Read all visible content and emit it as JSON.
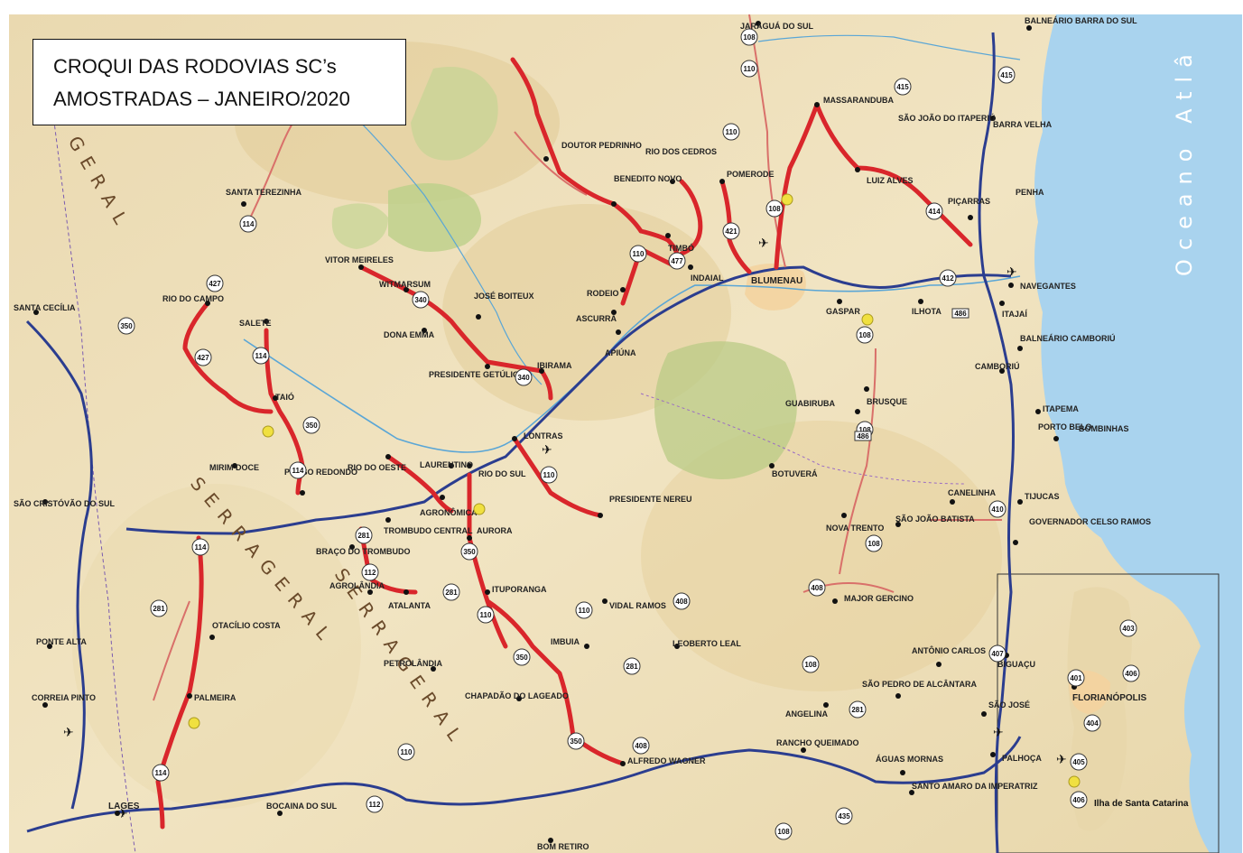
{
  "title": {
    "line1": "CROQUI DAS RODOVIAS SC’s",
    "line2": "AMOSTRADAS – JANEIRO/2020"
  },
  "ocean_label": "Oceano Atlâ",
  "region_labels": [
    "S E R R A   G E R A L",
    "S E R R A   G E R A L",
    "G E R A L"
  ],
  "island_label": "Ilha de Santa Catarina",
  "towns": {
    "blumenau": "BLUMENAU",
    "florianopolis": "FLORIANÓPOLIS",
    "lages": "LAGES",
    "massaranduba": "MASSARANDUBA",
    "luiz_alves": "LUIZ ALVES",
    "picarras": "PIÇARRAS",
    "penha": "PENHA",
    "navegantes": "NAVEGANTES",
    "itajai": "ITAJAÍ",
    "gaspar": "GASPAR",
    "ilhota": "ILHOTA",
    "indaial": "INDAIAL",
    "timbo": "TIMBÓ",
    "pomerode": "POMERODE",
    "rio_dos_cedros": "RIO DOS CEDROS",
    "benedito_novo": "BENEDITO NOVO",
    "doutor_pedrinho": "DOUTOR PEDRINHO",
    "rodeio": "RODEIO",
    "ascurra": "ASCURRA",
    "apiuna": "APIÚNA",
    "ibirama": "IBIRAMA",
    "jose_boiteux": "JOSÉ BOITEUX",
    "vitor_meireles": "VITOR MEIRELES",
    "witmarsum": "WITMARSUM",
    "dona_emma": "DONA EMMA",
    "presidente_getulio": "PRESIDENTE GETÚLIO",
    "rio_do_campo": "RIO DO CAMPO",
    "salete": "SALETE",
    "santa_terezinha": "SANTA TEREZINHA",
    "taio": "TAIÓ",
    "rio_do_oeste": "RIO DO OESTE",
    "laurentino": "LAURENTINO",
    "rio_do_sul": "RIO DO SUL",
    "lontras": "LONTRAS",
    "presidente_nereu": "PRESIDENTE NEREU",
    "agronomica": "AGRONÔMICA",
    "aurora": "AURORA",
    "trombudo_central": "TROMBUDO CENTRAL",
    "braco_do_trombudo": "BRAÇO DO TROMBUDO",
    "agrolandia": "AGROLÂNDIA",
    "atalanta": "ATALANTA",
    "ituporanga": "ITUPORANGA",
    "imbuia": "IMBUIA",
    "vidal_ramos": "VIDAL RAMOS",
    "petrolandia": "PETROLÂNDIA",
    "chapadao": "CHAPADÃO DO LAGEADO",
    "alfredo_wagner": "ALFREDO WAGNER",
    "otacilio_costa": "OTACÍLIO COSTA",
    "palmeira": "PALMEIRA",
    "pouso_redondo": "POUSO REDONDO",
    "mirim_doce": "MIRIM DOCE",
    "brusque": "BRUSQUE",
    "botuvera": "BOTUVERÁ",
    "guabiruba": "GUABIRUBA",
    "camboriu": "CAMBORIÚ",
    "balneario_camboriu": "BALNEÁRIO CAMBORIÚ",
    "itapema": "ITAPEMA",
    "porto_belo": "PORTO BELO",
    "bombinhas": "BOMBINHAS",
    "tijucas": "TIJUCAS",
    "canelinha": "CANELINHA",
    "sao_joao_batista": "SÃO JOÃO BATISTA",
    "nova_trento": "NOVA TRENTO",
    "major_gercino": "MAJOR GERCINO",
    "leoberto_leal": "LEOBERTO LEAL",
    "antonio_carlos": "ANTÔNIO CARLOS",
    "biguacu": "BIGUAÇU",
    "sao_jose": "SÃO JOSÉ",
    "palhoca": "PALHOÇA",
    "sao_pedro": "SÃO PEDRO DE ALCÂNTARA",
    "angelina": "ANGELINA",
    "rancho_queimado": "RANCHO QUEIMADO",
    "aguas_mornas": "ÁGUAS MORNAS",
    "santo_amaro": "SANTO AMARO DA IMPERATRIZ",
    "bocaina": "BOCAINA DO SUL",
    "bom_retiro": "BOM RETIRO",
    "governador": "GOVERNADOR CELSO RAMOS",
    "sao_joao_itaperiu": "SÃO JOÃO DO ITAPERIÚ",
    "barra_velha": "BARRA VELHA",
    "balneario_barra_sul": "BALNEÁRIO BARRA DO SUL",
    "jaragua": "JARAGUÁ DO SUL",
    "santa_cecilia": "SANTA CECÍLIA",
    "sao_cristovao": "SÃO CRISTÓVÃO DO SUL",
    "ponte_alta": "PONTE ALTA",
    "correia_pinto": "CORREIA PINTO"
  },
  "shields": {
    "s108": "108",
    "s110": "110",
    "s114": "114",
    "s281": "281",
    "s340": "340",
    "s350": "350",
    "s412": "412",
    "s414": "414",
    "s415": "415",
    "s421": "421",
    "s427": "427",
    "s477": "477",
    "s112": "112",
    "s410": "410",
    "s408": "408",
    "s401": "401",
    "s403": "403",
    "s404": "404",
    "s405": "405",
    "s406": "406",
    "s407": "407",
    "s435": "435",
    "s486": "486",
    "s114b": "114",
    "s114c": "114",
    "s281b": "281",
    "s350b": "350",
    "s110b": "110",
    "s108b": "108"
  },
  "colors": {
    "sampled_highway": "#d9262b",
    "federal_highway": "#2b3d8f",
    "state_highway": "#d94a3b",
    "terrain": "#efe3c4",
    "forest": "#c7d39a",
    "ocean": "#a9d3ee"
  }
}
